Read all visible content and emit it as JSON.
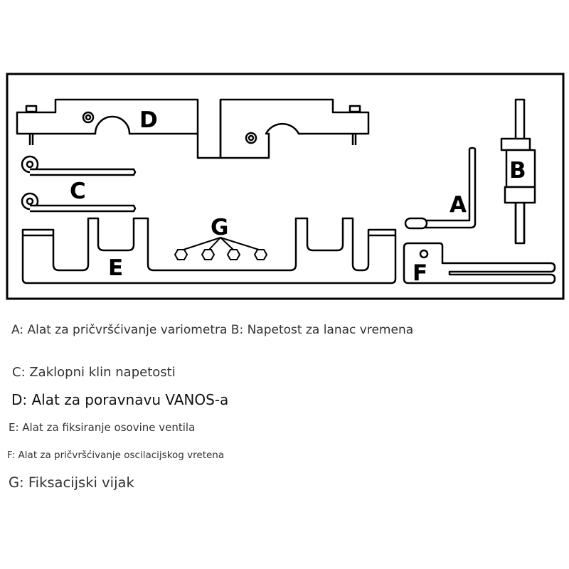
{
  "diagram": {
    "labels": {
      "a": "A",
      "b": "B",
      "c": "C",
      "d": "D",
      "e": "E",
      "f": "F",
      "g": "G"
    }
  },
  "captions": {
    "ab": "A: Alat za pričvršćivanje variometra B: Napetost za lanac vremena",
    "c": "C: Zaklopni klin napetosti",
    "d": "D: Alat za poravnavu VANOS-a",
    "e": "E: Alat za fiksiranje osovine ventila",
    "f": "F: Alat za pričvršćivanje oscilacijskog vretena",
    "g": "G: Fiksacijski vijak"
  }
}
